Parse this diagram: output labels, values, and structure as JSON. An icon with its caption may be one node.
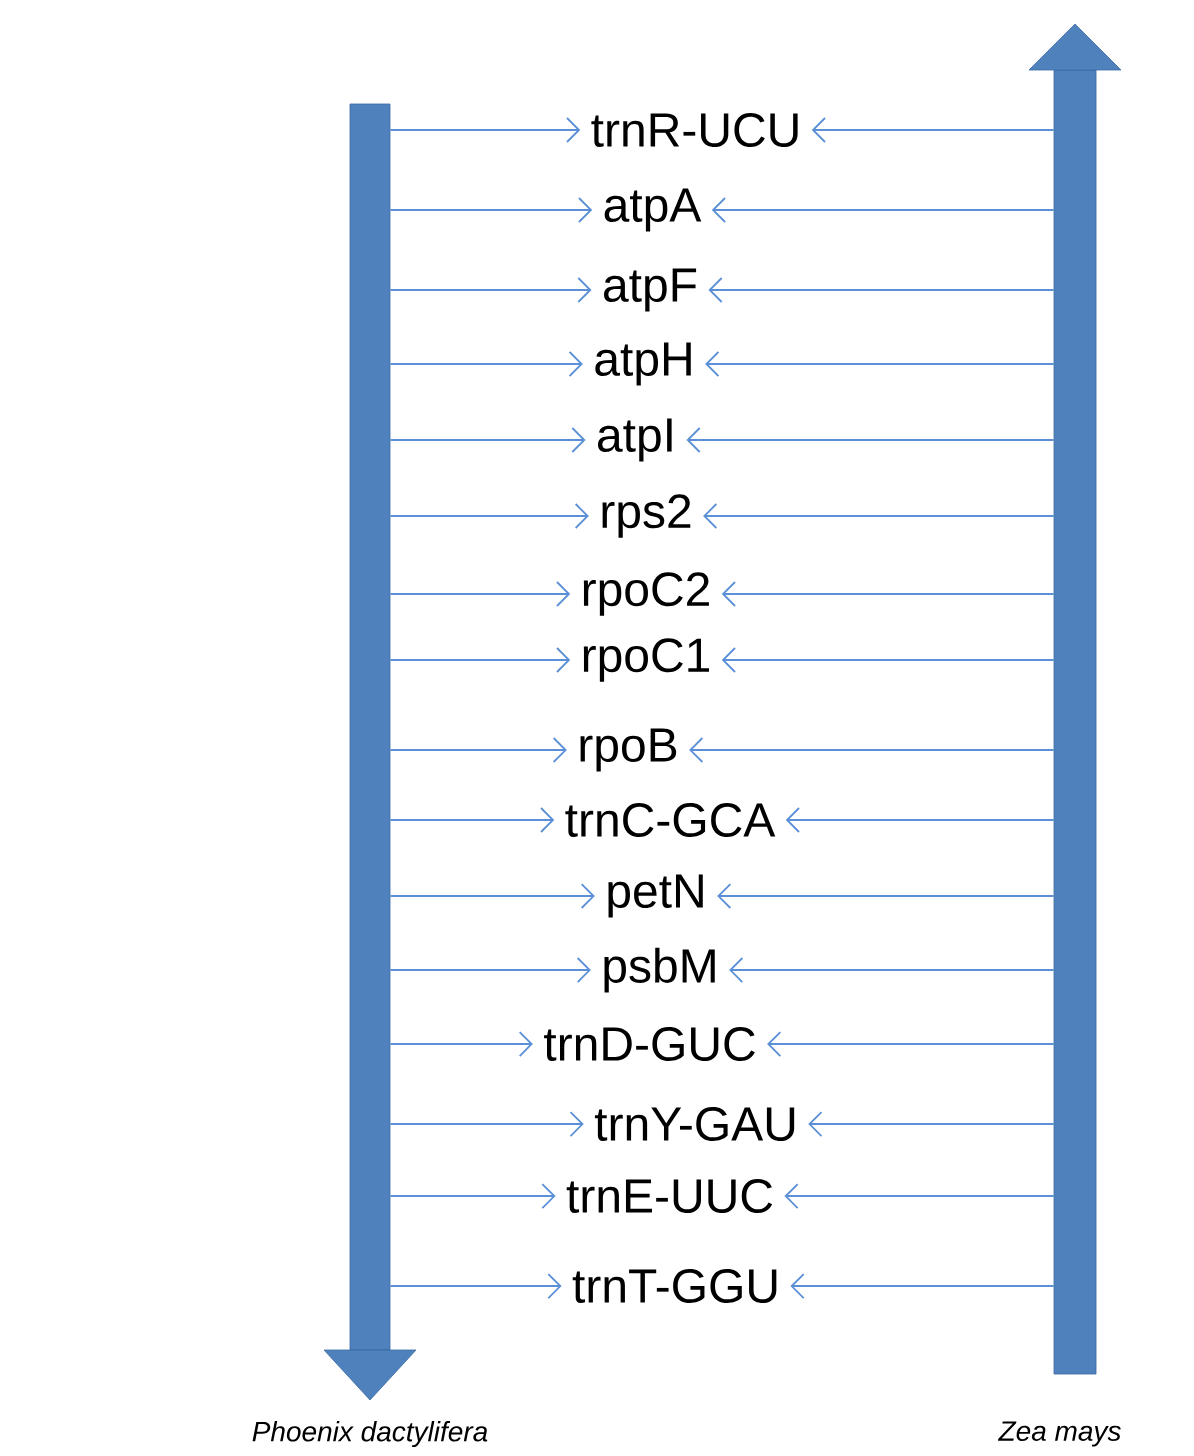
{
  "diagram": {
    "nodes": [
      {
        "text": [
          "Phoenix dactylifera"
        ]
      },
      {
        "text": [
          "Zea mays"
        ]
      },
      {
        "text": [
          "trnR-UCU"
        ]
      },
      {
        "text": [
          "atpA"
        ]
      },
      {
        "text": [
          "atpF"
        ]
      },
      {
        "text": [
          "atpH"
        ]
      },
      {
        "text": [
          "atpI"
        ]
      },
      {
        "text": [
          "rps2"
        ]
      },
      {
        "text": [
          "rpoC2"
        ]
      },
      {
        "text": [
          "rpoC1"
        ]
      },
      {
        "text": [
          "rpoB"
        ]
      },
      {
        "text": [
          "trnC-GCA"
        ]
      },
      {
        "text": [
          "petN"
        ]
      },
      {
        "text": [
          "psbM"
        ]
      },
      {
        "text": [
          "trnD-GUC"
        ]
      },
      {
        "text": [
          "trnY-GAU"
        ]
      },
      {
        "text": [
          "trnE-UUC"
        ]
      },
      {
        "text": [
          "trnT-GGU"
        ]
      }
    ],
    "edges": [
      {
        "from": 0,
        "to": 2,
        "arrow": "to"
      },
      {
        "from": 0,
        "to": 3,
        "arrow": "to"
      },
      {
        "from": 0,
        "to": 4,
        "arrow": "to"
      },
      {
        "from": 0,
        "to": 5,
        "arrow": "to"
      },
      {
        "from": 0,
        "to": 6,
        "arrow": "to"
      },
      {
        "from": 0,
        "to": 7,
        "arrow": "to"
      },
      {
        "from": 0,
        "to": 8,
        "arrow": "to"
      },
      {
        "from": 0,
        "to": 9,
        "arrow": "to"
      },
      {
        "from": 0,
        "to": 10,
        "arrow": "to"
      },
      {
        "from": 0,
        "to": 11,
        "arrow": "to"
      },
      {
        "from": 0,
        "to": 12,
        "arrow": "to"
      },
      {
        "from": 0,
        "to": 13,
        "arrow": "to"
      },
      {
        "from": 0,
        "to": 14,
        "arrow": "to"
      },
      {
        "from": 0,
        "to": 15,
        "arrow": "to"
      },
      {
        "from": 0,
        "to": 16,
        "arrow": "to"
      },
      {
        "from": 0,
        "to": 17,
        "arrow": "to"
      },
      {
        "from": 1,
        "to": 2,
        "arrow": "to"
      },
      {
        "from": 1,
        "to": 3,
        "arrow": "to"
      },
      {
        "from": 1,
        "to": 4,
        "arrow": "to"
      },
      {
        "from": 1,
        "to": 5,
        "arrow": "to"
      },
      {
        "from": 1,
        "to": 6,
        "arrow": "to"
      },
      {
        "from": 1,
        "to": 7,
        "arrow": "to"
      },
      {
        "from": 1,
        "to": 8,
        "arrow": "to"
      },
      {
        "from": 1,
        "to": 9,
        "arrow": "to"
      },
      {
        "from": 1,
        "to": 10,
        "arrow": "to"
      },
      {
        "from": 1,
        "to": 11,
        "arrow": "to"
      },
      {
        "from": 1,
        "to": 12,
        "arrow": "to"
      },
      {
        "from": 1,
        "to": 13,
        "arrow": "to"
      },
      {
        "from": 1,
        "to": 14,
        "arrow": "to"
      },
      {
        "from": 1,
        "to": 15,
        "arrow": "to"
      },
      {
        "from": 1,
        "to": 16,
        "arrow": "to"
      },
      {
        "from": 1,
        "to": 17,
        "arrow": "to"
      }
    ]
  }
}
